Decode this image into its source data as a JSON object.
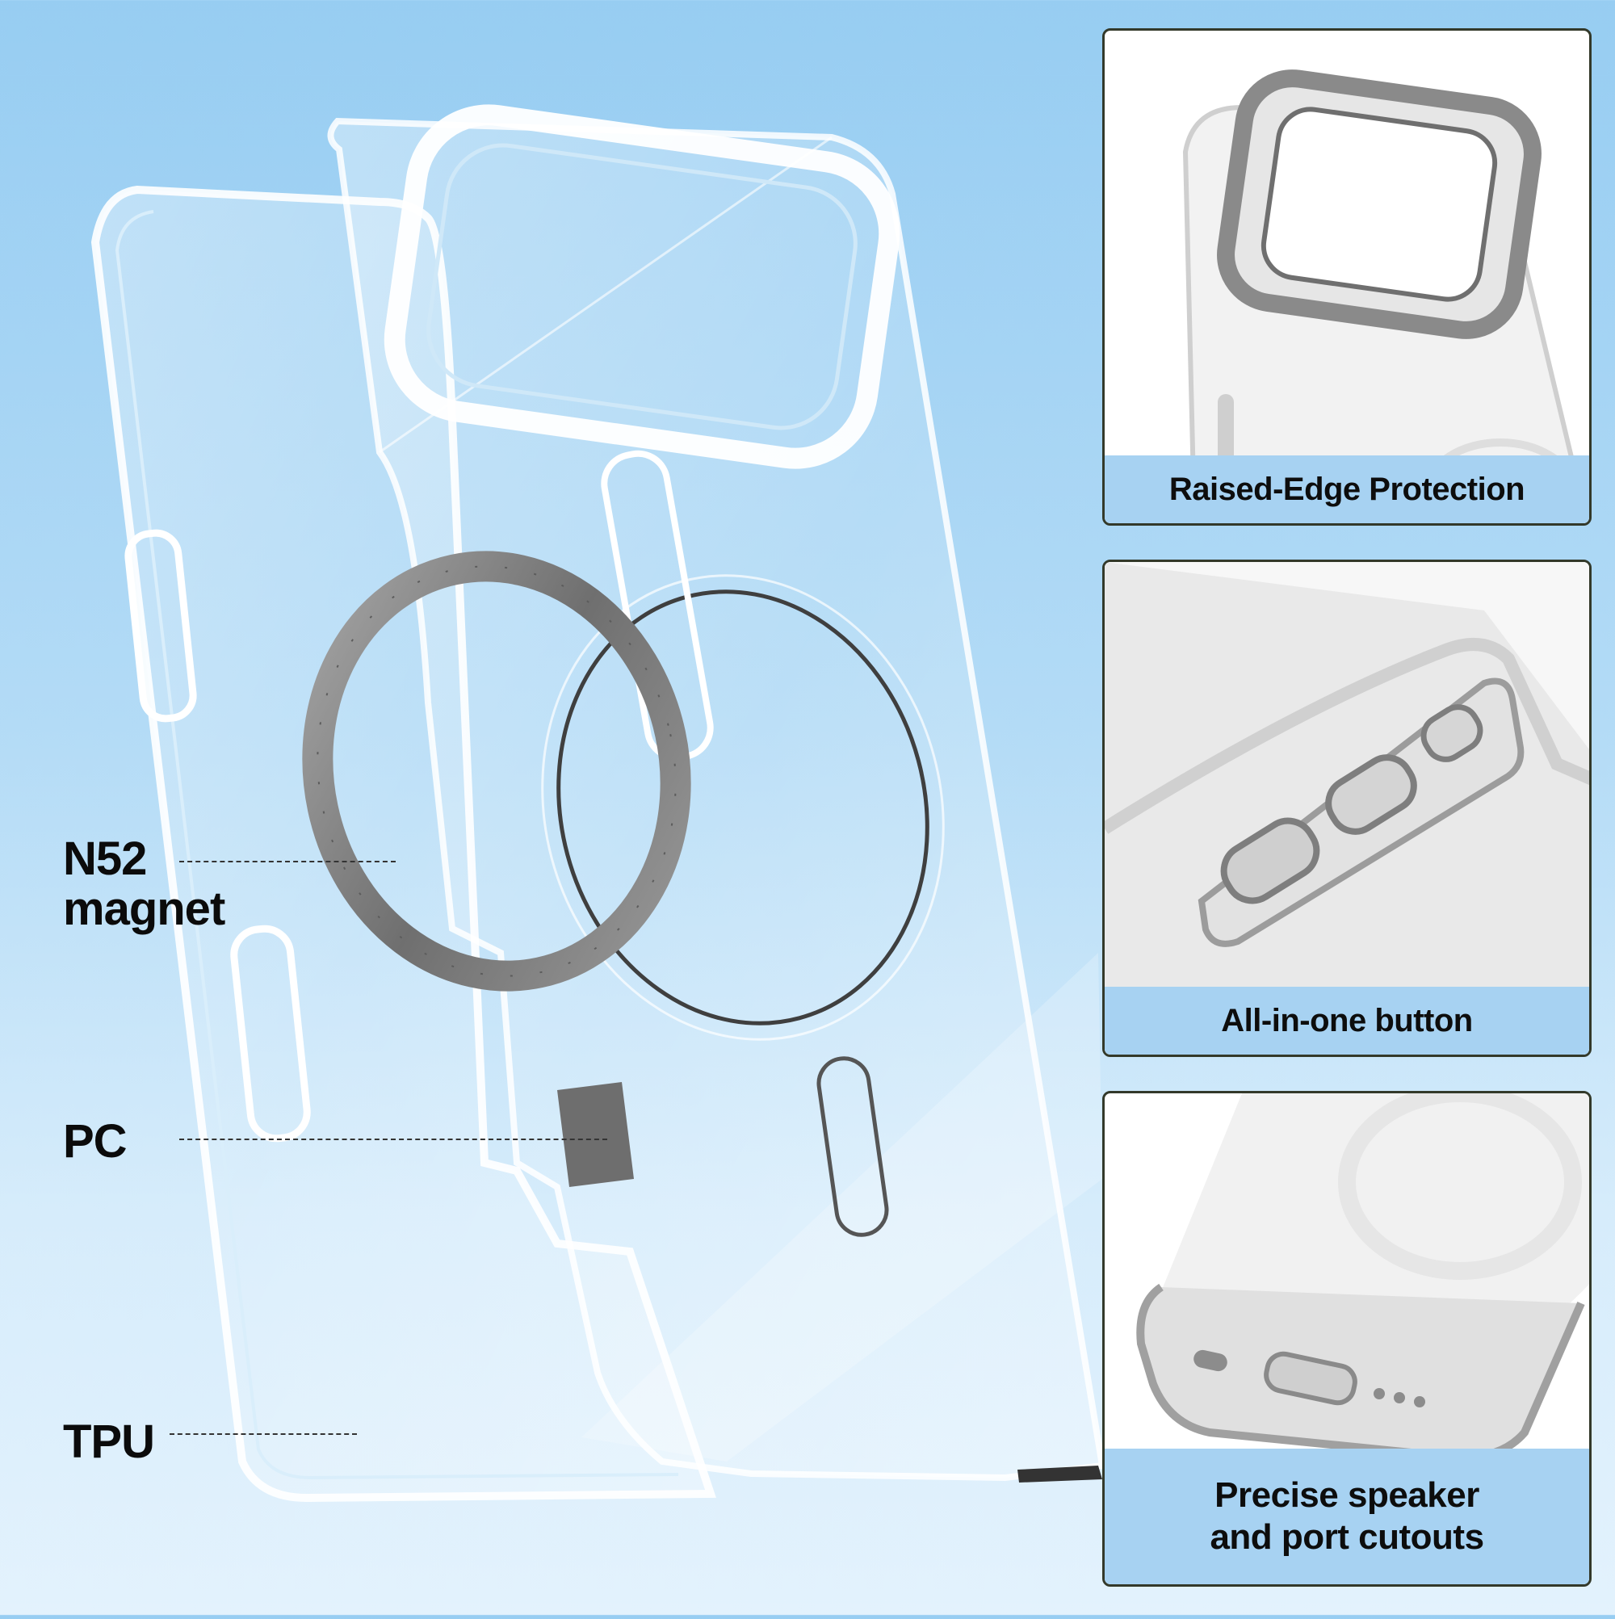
{
  "labels": {
    "magnet_line1": "N52",
    "magnet_line2": "magnet",
    "pc": "PC",
    "tpu": "TPU"
  },
  "panels": [
    {
      "caption": "Raised-Edge Protection"
    },
    {
      "caption": "All-in-one button"
    },
    {
      "caption_line1": "Precise speaker",
      "caption_line2": "and port cutouts"
    }
  ],
  "colors": {
    "background_top": "#97cdf2",
    "background_bottom": "#e3f2fd",
    "caption_bar": "#a7d2f2",
    "panel_border": "#33392a",
    "magnet_ring": "#8e8e8e"
  }
}
